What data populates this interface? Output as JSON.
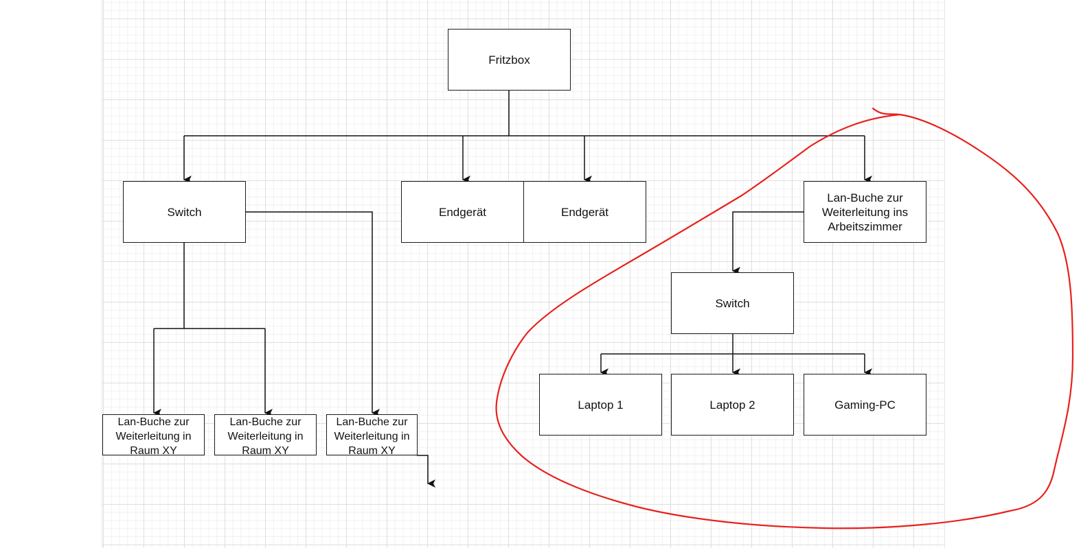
{
  "diagram": {
    "nodes": {
      "fritzbox": "Fritzbox",
      "switch_left": "Switch",
      "endgeraet_1": "Endgerät",
      "endgeraet_2": "Endgerät",
      "lan_arbeitszimmer": "Lan-Buche zur Weiterleitung ins Arbeitszimmer",
      "switch_right": "Switch",
      "lan_raum_1": "Lan-Buche zur Weiterleitung in Raum XY",
      "lan_raum_2": "Lan-Buche zur Weiterleitung in Raum XY",
      "lan_raum_3": "Lan-Buche zur Weiterleitung in Raum XY",
      "laptop_1": "Laptop 1",
      "laptop_2": "Laptop 2",
      "gaming_pc": "Gaming-PC"
    }
  },
  "colors": {
    "line": "#111111",
    "annotation": "#e8201c",
    "grid": "#dfdfdf"
  }
}
